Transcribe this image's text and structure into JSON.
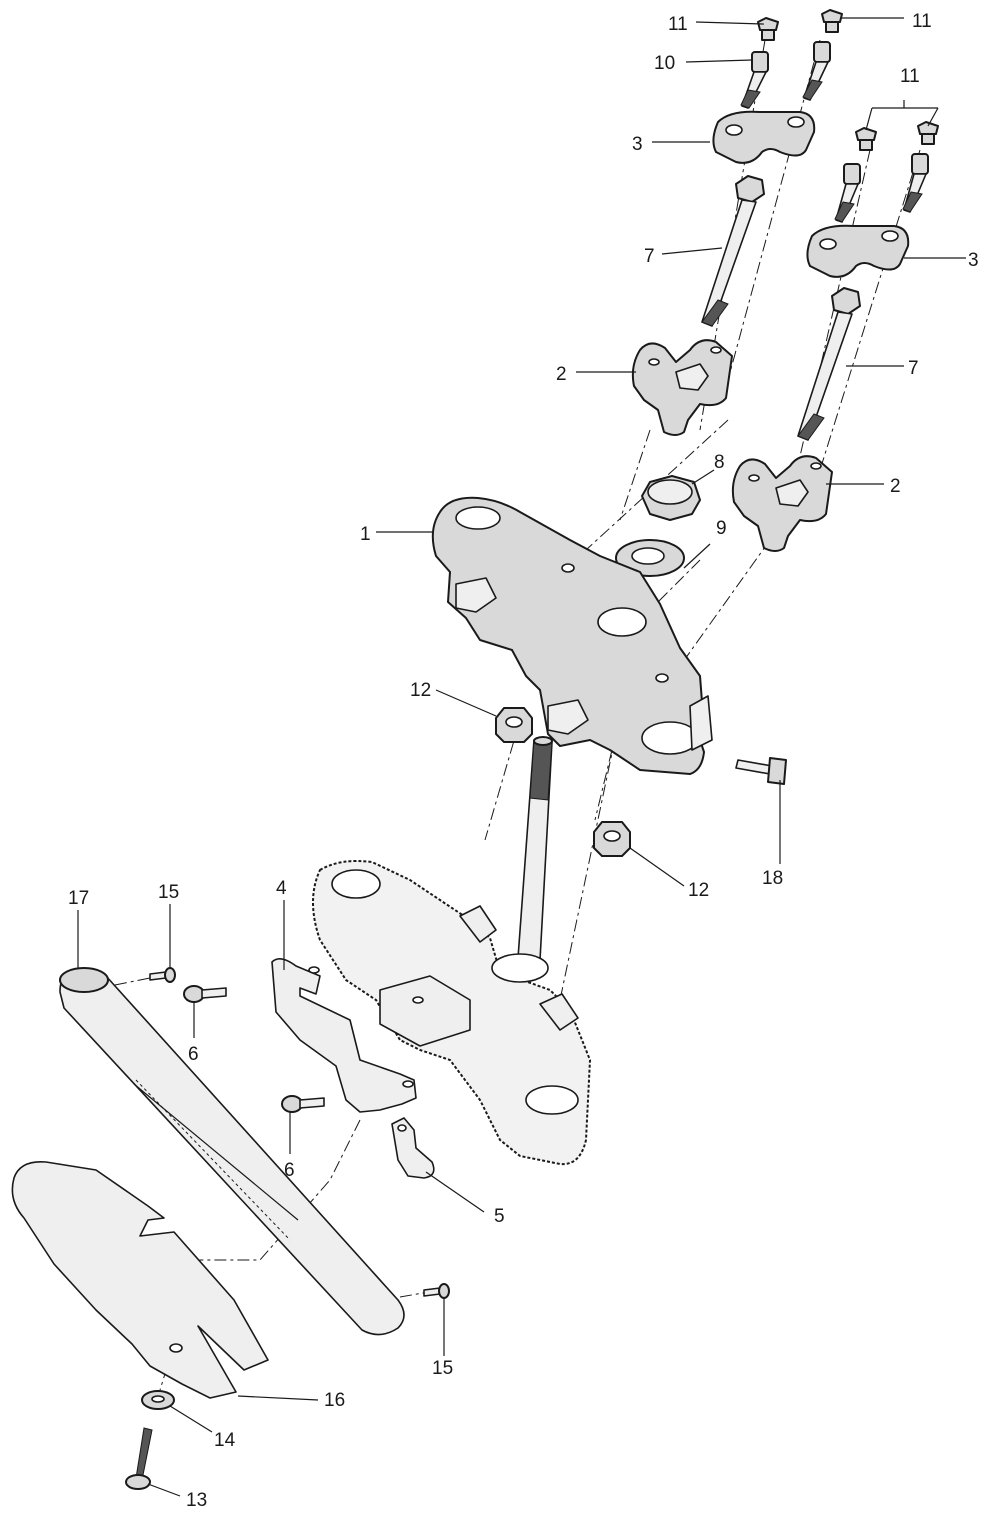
{
  "diagram": {
    "callouts": [
      {
        "id": "c11a",
        "text": "11"
      },
      {
        "id": "c11b",
        "text": "11"
      },
      {
        "id": "c10",
        "text": "10"
      },
      {
        "id": "c11c",
        "text": "11"
      },
      {
        "id": "c3a",
        "text": "3"
      },
      {
        "id": "c3b",
        "text": "3"
      },
      {
        "id": "c7a",
        "text": "7"
      },
      {
        "id": "c7b",
        "text": "7"
      },
      {
        "id": "c2a",
        "text": "2"
      },
      {
        "id": "c2b",
        "text": "2"
      },
      {
        "id": "c8",
        "text": "8"
      },
      {
        "id": "c9",
        "text": "9"
      },
      {
        "id": "c1",
        "text": "1"
      },
      {
        "id": "c12a",
        "text": "12"
      },
      {
        "id": "c12b",
        "text": "12"
      },
      {
        "id": "c18",
        "text": "18"
      },
      {
        "id": "c17",
        "text": "17"
      },
      {
        "id": "c15a",
        "text": "15"
      },
      {
        "id": "c4",
        "text": "4"
      },
      {
        "id": "c6a",
        "text": "6"
      },
      {
        "id": "c6b",
        "text": "6"
      },
      {
        "id": "c5",
        "text": "5"
      },
      {
        "id": "c15b",
        "text": "15"
      },
      {
        "id": "c16",
        "text": "16"
      },
      {
        "id": "c14",
        "text": "14"
      },
      {
        "id": "c13",
        "text": "13"
      }
    ]
  }
}
